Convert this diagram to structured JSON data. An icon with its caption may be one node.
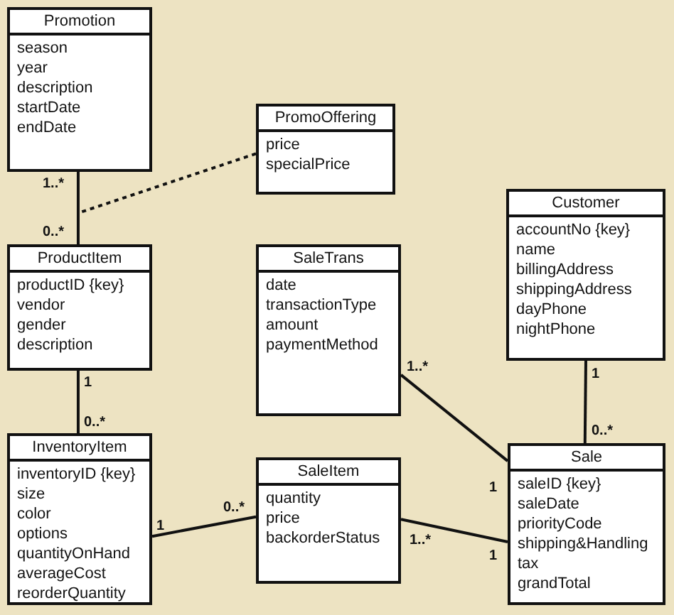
{
  "diagram": {
    "nodes": [
      {
        "text": [
          "Promotion",
          "season",
          "year",
          "description",
          "startDate",
          "endDate"
        ]
      },
      {
        "text": [
          "PromoOffering",
          "price",
          "specialPrice"
        ]
      },
      {
        "text": [
          "Customer",
          "accountNo {key}",
          "name",
          "billingAddress",
          "shippingAddress",
          "dayPhone",
          "nightPhone"
        ]
      },
      {
        "text": [
          "ProductItem",
          "productID {key}",
          "vendor",
          "gender",
          "description"
        ]
      },
      {
        "text": [
          "SaleTrans",
          "date",
          "transactionType",
          "amount",
          "paymentMethod"
        ]
      },
      {
        "text": [
          "InventoryItem",
          "inventoryID {key}",
          "size",
          "color",
          "options",
          "quantityOnHand",
          "averageCost",
          "reorderQuantity"
        ]
      },
      {
        "text": [
          "SaleItem",
          "quantity",
          "price",
          "backorderStatus"
        ]
      },
      {
        "text": [
          "Sale",
          "saleID {key}",
          "saleDate",
          "priorityCode",
          "shipping&Handling",
          "tax",
          "grandTotal"
        ]
      }
    ],
    "edges": [
      {
        "from": 0,
        "to": 3,
        "arrow": "none"
      },
      {
        "from": 1,
        "to": null,
        "arrow": "none",
        "style": "dashed"
      },
      {
        "from": 3,
        "to": 5,
        "arrow": "none"
      },
      {
        "from": 4,
        "to": 7,
        "arrow": "none"
      },
      {
        "from": 2,
        "to": 7,
        "arrow": "none"
      },
      {
        "from": 5,
        "to": 6,
        "arrow": "none"
      },
      {
        "from": 6,
        "to": 7,
        "arrow": "none"
      }
    ],
    "labels": [
      "1..*",
      "0..*",
      "1..*",
      "1",
      "1",
      "0..*",
      "0..*",
      "1",
      "1",
      "0..*",
      "1..*",
      "1"
    ]
  }
}
